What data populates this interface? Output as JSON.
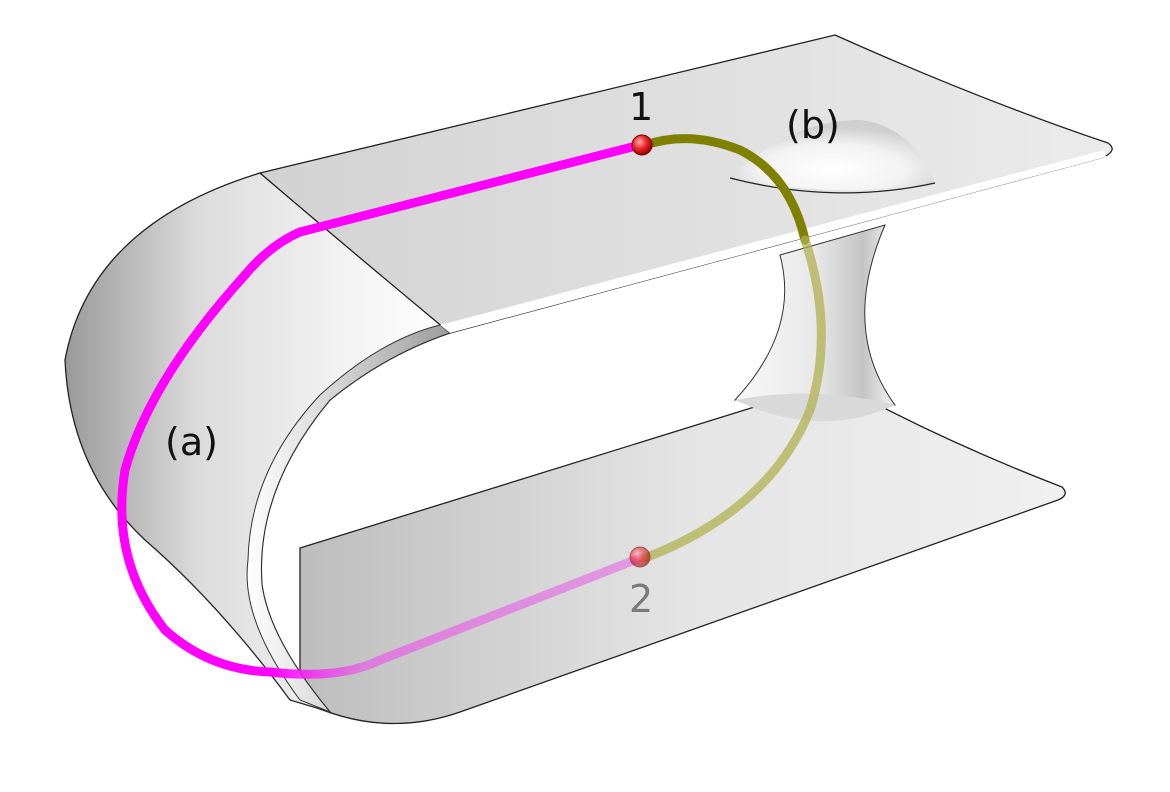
{
  "figure": {
    "labels": {
      "point_1": "1",
      "point_2": "2",
      "path_a": "(a)",
      "path_b": "(b)"
    },
    "colors": {
      "path_a": "#ff00ff",
      "path_b": "#808000",
      "points": "#e02020",
      "surface": "#e6e6e6",
      "outline": "#222222"
    }
  }
}
